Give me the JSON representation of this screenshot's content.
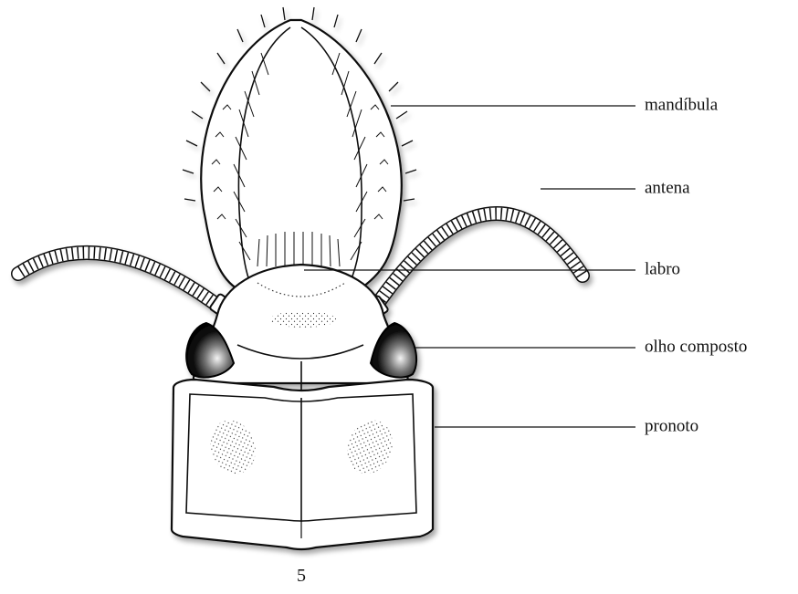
{
  "labels": {
    "mandibula": "mandíbula",
    "antena": "antena",
    "labro": "labro",
    "olho": "olho composto",
    "pronoto": "pronoto"
  },
  "figure_number": "5"
}
